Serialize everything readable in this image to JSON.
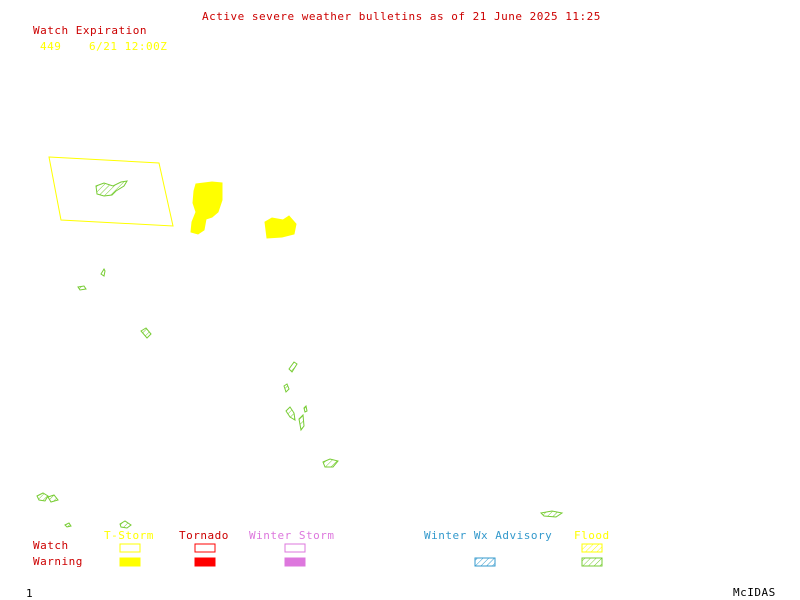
{
  "header": {
    "title": "Active severe weather bulletins as of 21 June 2025 11:25"
  },
  "watch_expiration": {
    "heading": "Watch Expiration",
    "entries": [
      {
        "number": "449",
        "expires": "6/21 12:00Z"
      }
    ]
  },
  "legend": {
    "row_labels": {
      "watch": "Watch",
      "warning": "Warning"
    },
    "categories": {
      "tstorm": {
        "label": "T-Storm",
        "color": "#ffff00"
      },
      "tornado": {
        "label": "Tornado",
        "color": "#ff0000"
      },
      "winter_storm": {
        "label": "Winter Storm",
        "color": "#dd77dd"
      },
      "winter_adv": {
        "label": "Winter Wx Advisory",
        "color": "#3399cc"
      },
      "flood": {
        "label": "Flood",
        "color": "#77cc33"
      }
    },
    "row_label_color": "#cc0000"
  },
  "footer": {
    "frame_number": "1",
    "brand": "McIDAS"
  }
}
